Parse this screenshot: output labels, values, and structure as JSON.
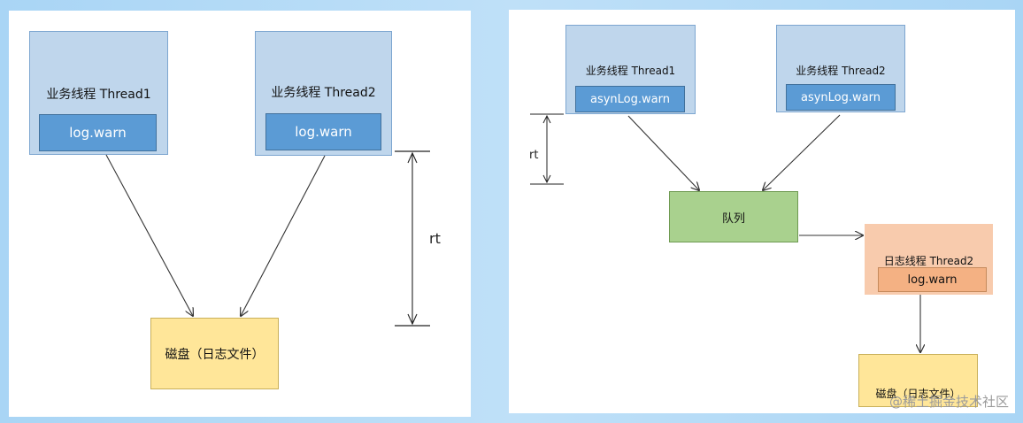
{
  "left_diagram": {
    "thread1": {
      "title": "业务线程 Thread1",
      "call": "log.warn"
    },
    "thread2": {
      "title": "业务线程 Thread2",
      "call": "log.warn"
    },
    "disk": "磁盘（日志文件）",
    "rt_label": "rt"
  },
  "right_diagram": {
    "thread1": {
      "title": "业务线程 Thread1",
      "call": "asynLog.warn"
    },
    "thread2": {
      "title": "业务线程 Thread2",
      "call": "asynLog.warn"
    },
    "queue": "队列",
    "log_thread": {
      "title": "日志线程 Thread2",
      "call": "log.warn"
    },
    "disk": "磁盘（日志文件）",
    "rt_label": "rt"
  },
  "watermark": "@稀土掘金技术社区",
  "colors": {
    "background": "#bfe0f8",
    "thread_box": "#bfd6ec",
    "thread_inner": "#5b9bd5",
    "disk_box": "#ffe699",
    "queue_box": "#a9d18e",
    "log_thread_box": "#f8cbad",
    "log_thread_inner": "#f4b183"
  }
}
